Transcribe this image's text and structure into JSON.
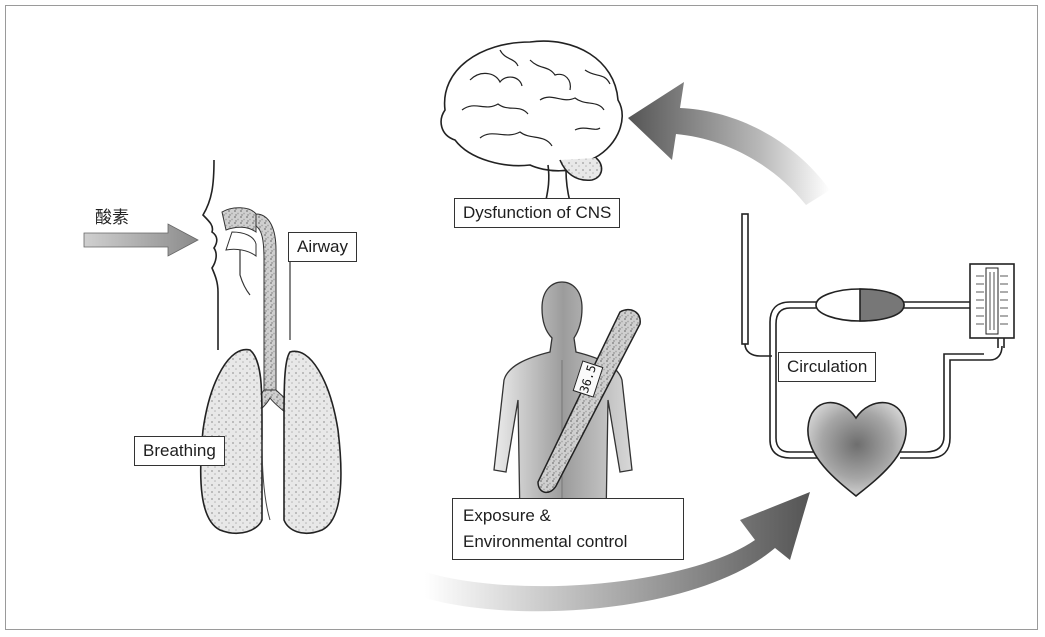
{
  "labels": {
    "oxygen": "酸素",
    "airway": "Airway",
    "breathing": "Breathing",
    "circulation": "Circulation",
    "dysfunction": "Dysfunction of CNS",
    "exposure_line1": "Exposure &",
    "exposure_line2": "Environmental control",
    "thermometer_reading": "36.5"
  },
  "colors": {
    "label_border": "#333333",
    "shading": "#9a9a9a",
    "arrow_fill": "#7a7a7a",
    "outline": "#2a2a2a"
  },
  "icons": [
    "brain-icon",
    "lungs-airway-icon",
    "human-body-icon",
    "thermometer-icon",
    "heart-icon",
    "blood-pressure-monitor-icon"
  ]
}
